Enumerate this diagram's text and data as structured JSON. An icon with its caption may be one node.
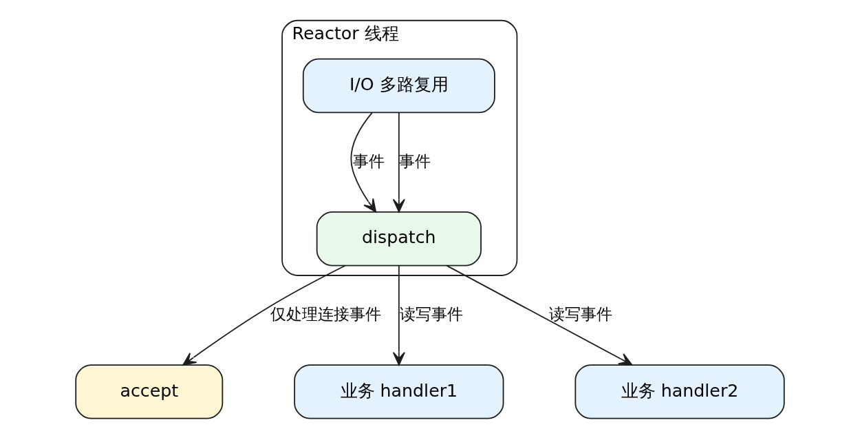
{
  "diagram": {
    "nodes": [
      {
        "text": [
          "Reactor 线程"
        ]
      },
      {
        "text": [
          "I/O 多路复用"
        ],
        "in": 0
      },
      {
        "text": [
          "dispatch"
        ],
        "in": 0
      },
      {
        "text": [
          "accept"
        ]
      },
      {
        "text": [
          "业务 handler1"
        ]
      },
      {
        "text": [
          "业务 handler2"
        ]
      }
    ],
    "edges": [
      {
        "from": 1,
        "to": 2,
        "arrow": "to",
        "label": "事件"
      },
      {
        "from": 1,
        "to": 2,
        "arrow": "to",
        "label": "事件"
      },
      {
        "from": 2,
        "to": 3,
        "arrow": "to",
        "label": "仅处理连接事件"
      },
      {
        "from": 2,
        "to": 4,
        "arrow": "to",
        "label": "读写事件"
      },
      {
        "from": 2,
        "to": 5,
        "arrow": "to",
        "label": "读写事件"
      }
    ]
  }
}
